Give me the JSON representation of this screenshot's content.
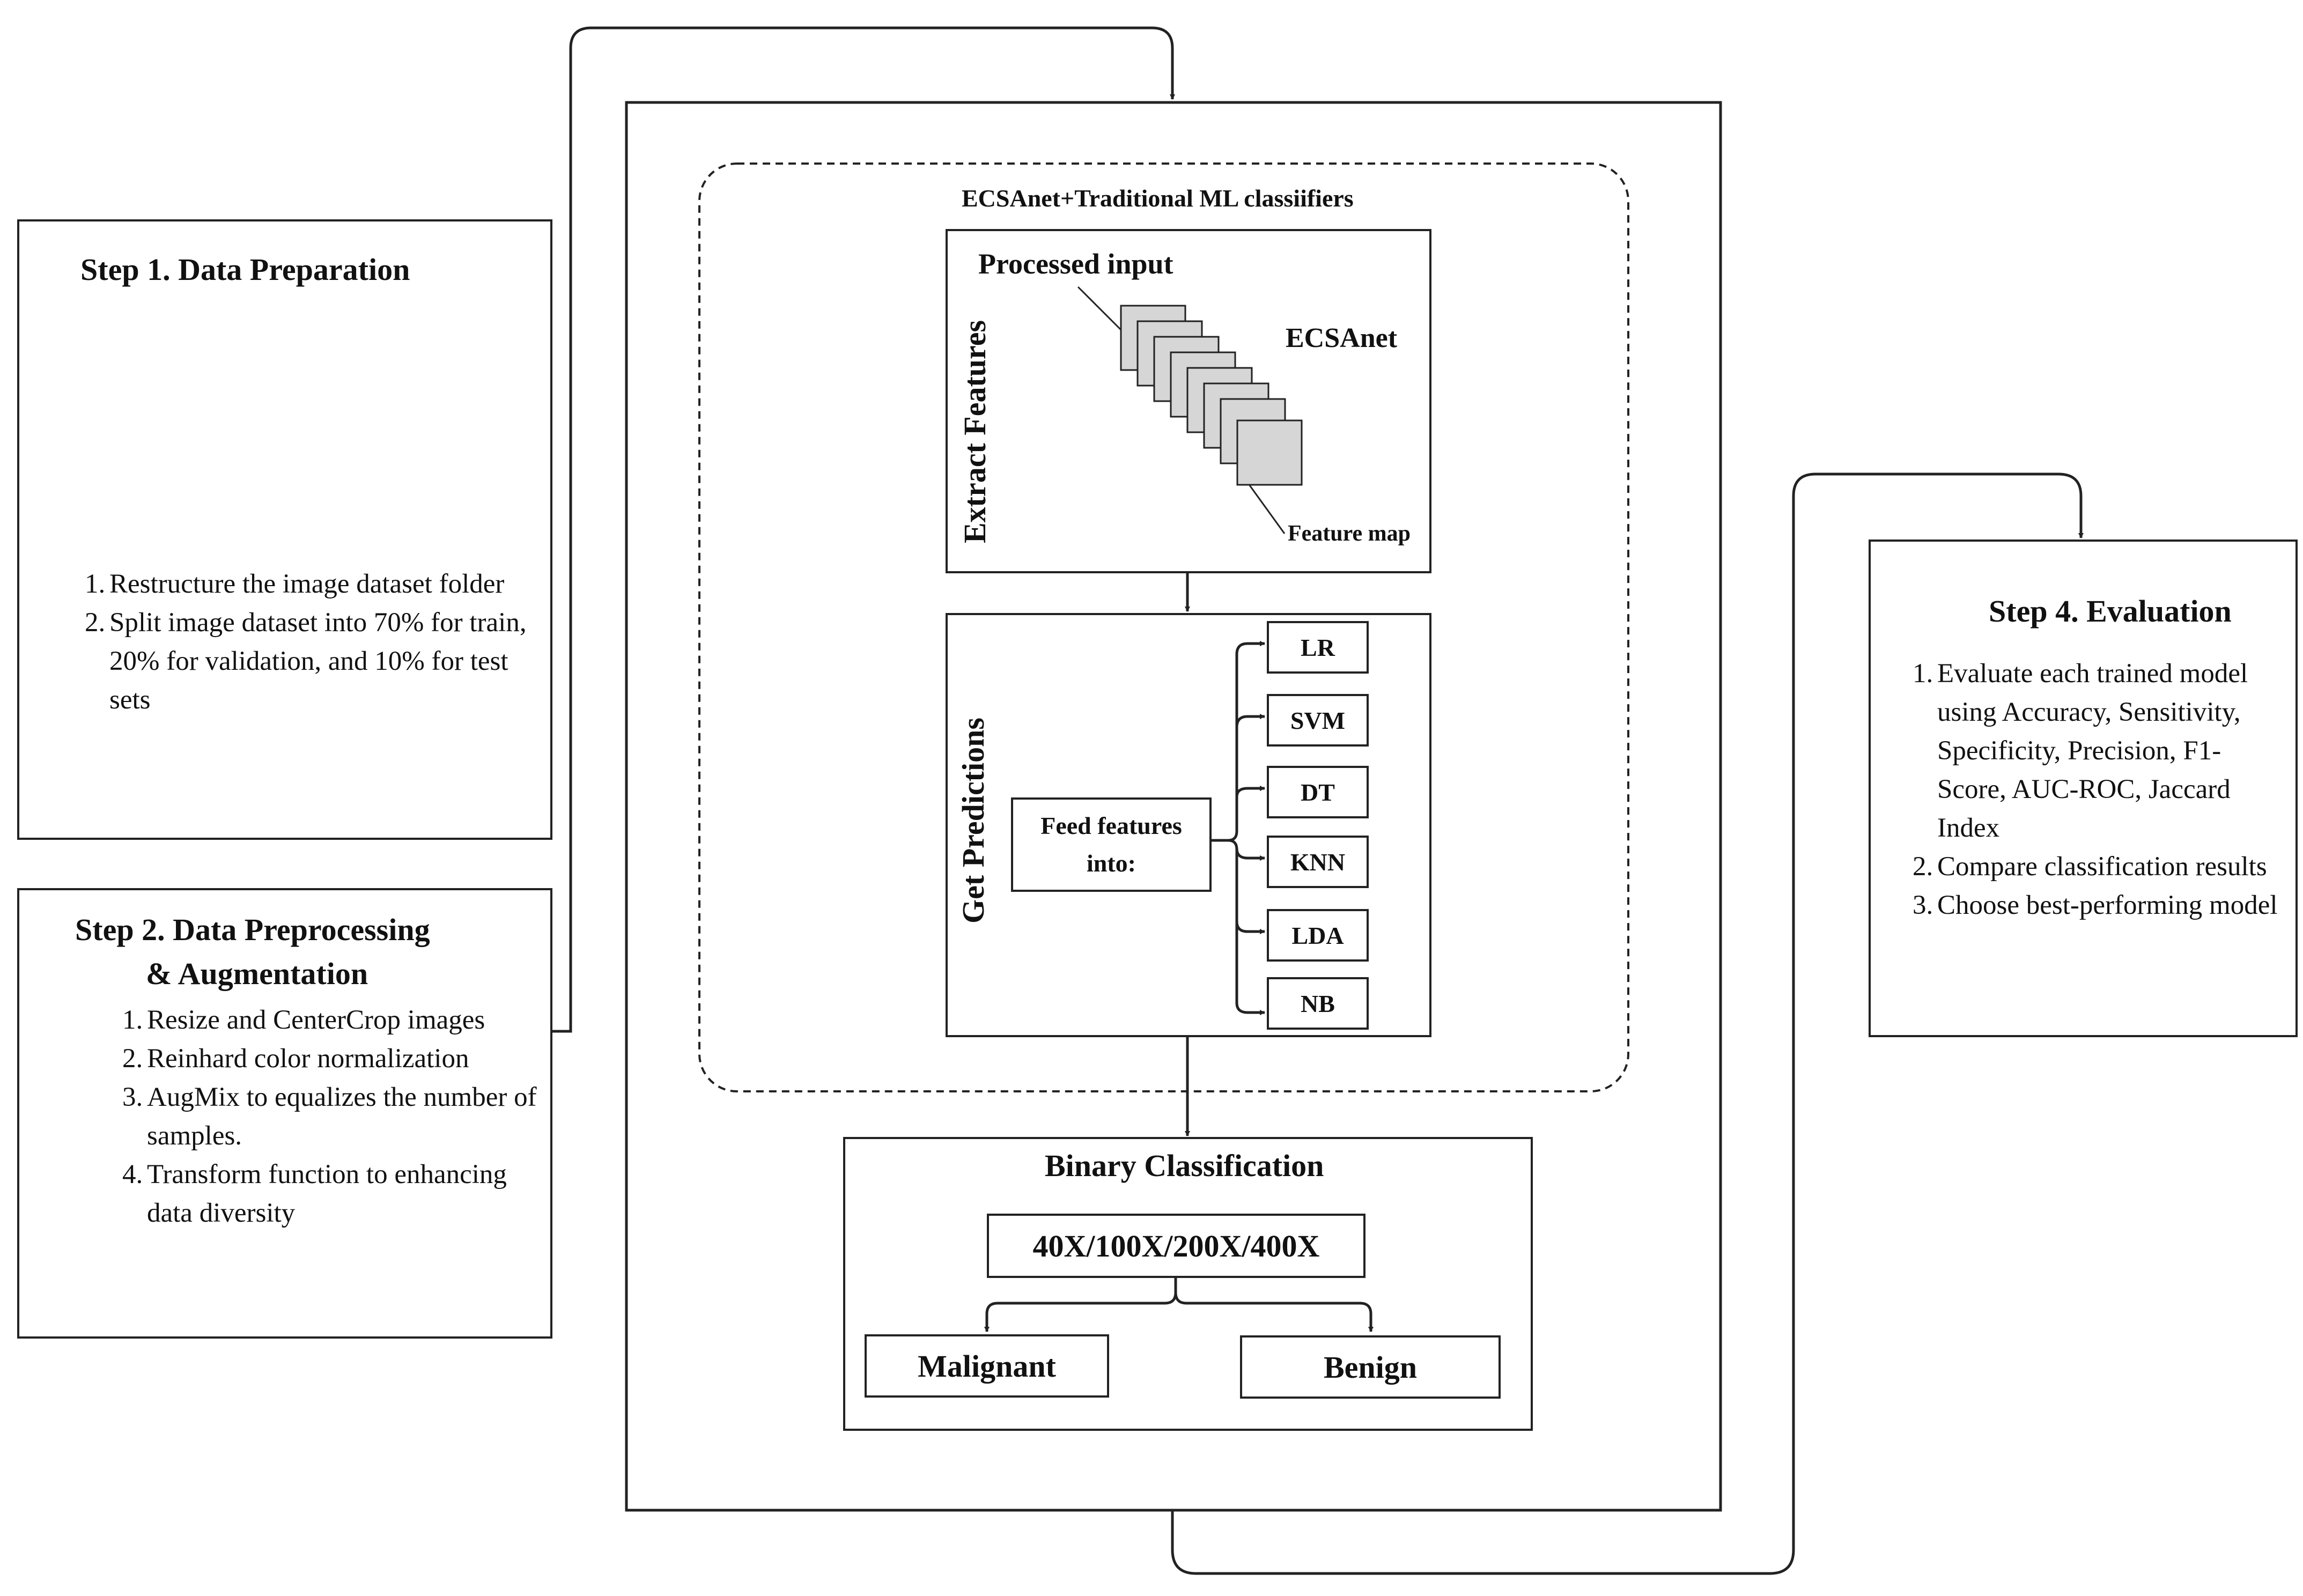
{
  "step1": {
    "title": "Step 1. Data Preparation",
    "items": [
      {
        "num": "1.",
        "text": "Restructure the image dataset folder"
      },
      {
        "num": "2.",
        "text": "Split image dataset into 70% for train, 20% for validation, and 10% for test sets"
      }
    ]
  },
  "step2": {
    "title_line1": "Step 2. Data Preprocessing",
    "title_line2": "& Augmentation",
    "items": [
      {
        "num": "1.",
        "text": "Resize and CenterCrop images"
      },
      {
        "num": "2.",
        "text": "Reinhard color normalization"
      },
      {
        "num": "3.",
        "text": "AugMix to equalizes the number of samples."
      },
      {
        "num": "4.",
        "text": "Transform function to enhancing data diversity"
      }
    ]
  },
  "step4": {
    "title": "Step 4. Evaluation",
    "items": [
      {
        "num": "1.",
        "text": "Evaluate each trained model using Accuracy, Sensitivity, Specificity, Precision, F1-Score, AUC-ROC, Jaccard Index"
      },
      {
        "num": "2.",
        "text": "Compare classification results"
      },
      {
        "num": "3.",
        "text": "Choose best-performing model"
      }
    ]
  },
  "model": {
    "group_title": "ECSAnet+Traditional ML classiifiers",
    "extract_label": "Extract Features",
    "processed_input": "Processed input",
    "network_name": "ECSAnet",
    "feature_map": "Feature map",
    "predictions_label": "Get Predictions",
    "feed_line1": "Feed features",
    "feed_line2": "into:",
    "classifiers": [
      "LR",
      "SVM",
      "DT",
      "KNN",
      "LDA",
      "NB"
    ]
  },
  "binary": {
    "title": "Binary Classification",
    "magnifications": "40X/100X/200X/400X",
    "class_a": "Malignant",
    "class_b": "Benign"
  },
  "colors": {
    "stroke": "#222222",
    "feature_map_fill": "#d6d6d6",
    "tissue_pink": "#e79ab8",
    "tissue_purple": "#8e5a9c"
  }
}
